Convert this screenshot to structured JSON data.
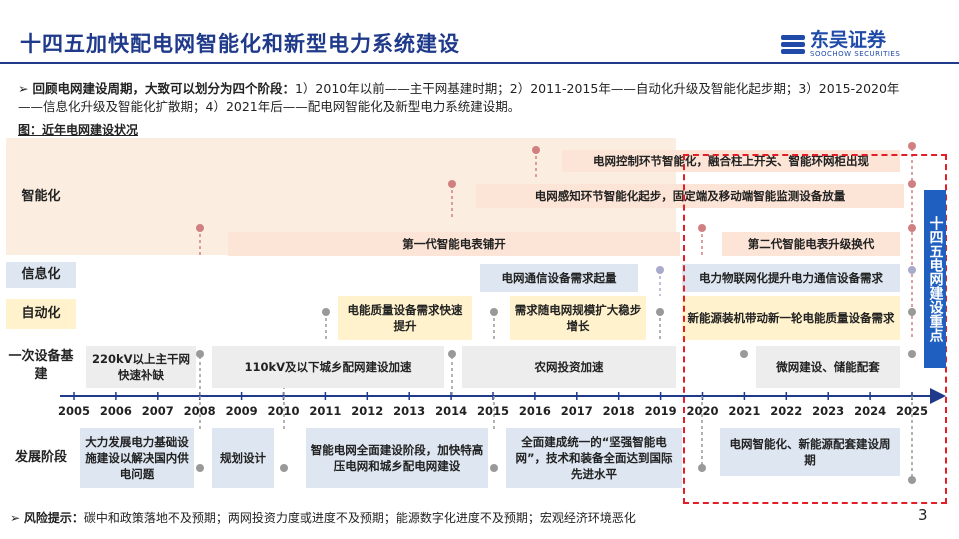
{
  "header": {
    "title": "十四五加快配电网智能化和新型电力系统建设",
    "logo_name": "东吴证券",
    "logo_sub": "SOOCHOW SECURITIES"
  },
  "intro": {
    "bullet": "➢",
    "bold": "回顾电网建设周期，大致可以划分为四个阶段：",
    "text": "1）2010年以前——主干网基建时期；2）2011-2015年——自动化升级及智能化起步期；3）2015-2020年——信息化升级及智能化扩散期；4）2021年后——配电网智能化及新型电力系统建设期。"
  },
  "figure_label": "图：近年电网建设状况",
  "row_labels": {
    "smart": "智能化",
    "info": "信息化",
    "auto": "自动化",
    "primary": "一次设备基建",
    "stage": "发展阶段"
  },
  "boxes": {
    "smart_1": "电网控制环节智能化，融合柱上开关、智能环网柜出现",
    "smart_2": "电网感知环节智能化起步，固定端及移动端智能监测设备放量",
    "smart_3": "第一代智能电表铺开",
    "smart_4": "第二代智能电表升级换代",
    "info_1": "电网通信设备需求起量",
    "info_2": "电力物联网化提升电力通信设备需求",
    "auto_1": "电能质量设备需求快速提升",
    "auto_2": "需求随电网规模扩大稳步增长",
    "auto_3": "新能源装机带动新一轮电能质量设备需求",
    "prim_1": "220kV以上主干网快速补缺",
    "prim_2": "110kV及以下城乡配网建设加速",
    "prim_3": "农网投资加速",
    "prim_4": "微网建设、储能配套",
    "stage_1": "大力发展电力基础设施建设以解决国内供电问题",
    "stage_2": "规划设计",
    "stage_3": "智能电网全面建设阶段，加快特高压电网和城乡配电网建设",
    "stage_4": "全面建成统一的“坚强智能电网”，技术和装备全面达到国际先进水平",
    "stage_5": "电网智能化、新能源配套建设周期"
  },
  "timeline": {
    "years": [
      "2005",
      "2006",
      "2007",
      "2008",
      "2009",
      "2010",
      "2011",
      "2012",
      "2013",
      "2014",
      "2015",
      "2016",
      "2017",
      "2018",
      "2019",
      "2020",
      "2021",
      "2022",
      "2023",
      "2024",
      "2025"
    ]
  },
  "highlight_label": "十四五电网建设重点",
  "risk": {
    "bullet": "➢",
    "bold": "风险提示：",
    "text": "碳中和政策落地不及预期；两网投资力度或进度不及预期；能源数字化进度不及预期；宏观经济环境恶化"
  },
  "page_number": "3",
  "colors": {
    "title": "#1f3a8a",
    "smart": "#fce4d6",
    "info": "#dde6f1",
    "auto": "#fff2cc",
    "base": "#ededed",
    "highlight": "#e41e26"
  }
}
